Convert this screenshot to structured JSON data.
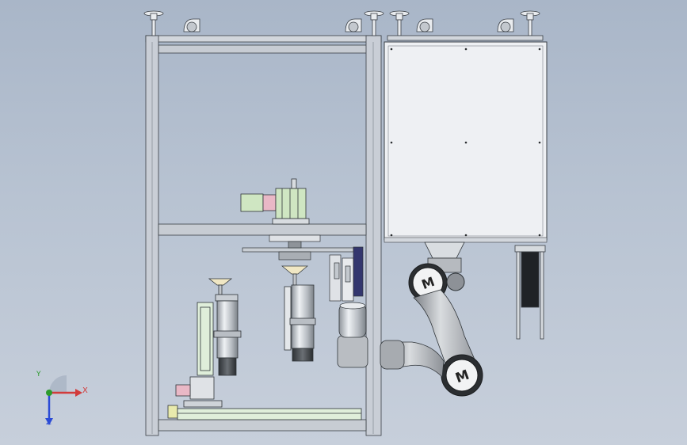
{
  "triad": {
    "x_label": "X",
    "y_label": "Y",
    "z_label": "Z"
  },
  "robot": {
    "badge_top": "M",
    "badge_bottom": "M"
  },
  "colors": {
    "background_top": "#a9b6c8",
    "frame": "#c9ced6",
    "cabinet": "#eef0f3",
    "robot_gray": "#9a9ea3",
    "motor_green": "#cfe6c2",
    "axis_x": "#d23b3b",
    "axis_y": "#2d9b2d",
    "axis_z": "#2b4bd6"
  }
}
